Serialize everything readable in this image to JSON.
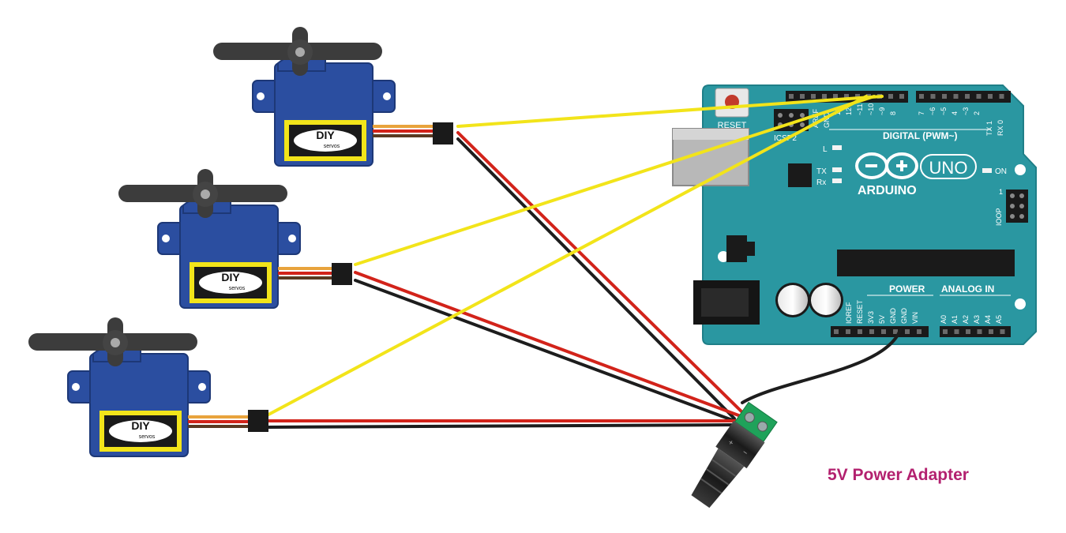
{
  "board": {
    "reset_label": "RESET",
    "icsp2_label": "ICSP2",
    "aref_label": "AREF",
    "gnd_label": "GND",
    "digital_label": "DIGITAL (PWM~)",
    "pin_13": "13",
    "pin_12": "12",
    "pin_11": "~11",
    "pin_10": "~10",
    "pin_9": "~9",
    "pin_8": "8",
    "pin_7": "7",
    "pin_6": "~6",
    "pin_5": "~5",
    "pin_4": "4",
    "pin_3": "~3",
    "pin_2": "2",
    "pin_1": "TX 1",
    "pin_0": "RX 0",
    "l_label": "L",
    "tx_label": "TX",
    "rx_label": "Rx",
    "brand": "ARDUINO",
    "model": "UNO",
    "on_label": "ON",
    "ioop_label": "IOOP",
    "icsp_one": "1",
    "power_label": "POWER",
    "analog_label": "ANALOG IN",
    "power_pins": [
      "IOREF",
      "RESET",
      "3V3",
      "5V",
      "GND",
      "GND",
      "VIN"
    ],
    "analog_pins": [
      "A0",
      "A1",
      "A2",
      "A3",
      "A4",
      "A5"
    ]
  },
  "servos": [
    {
      "logo": "DIY",
      "sub": "servos"
    },
    {
      "logo": "DIY",
      "sub": "servos"
    },
    {
      "logo": "DIY",
      "sub": "servos"
    }
  ],
  "adapter_label": "5V Power Adapter",
  "colors": {
    "board": "#2a97a1",
    "servo": "#2b4ea0",
    "signal_wire": "#f2e41a",
    "power_wire": "#d2231a",
    "ground_wire": "#1d1d1d",
    "adapter_label": "#b3216f",
    "terminal": "#1fa25a"
  }
}
